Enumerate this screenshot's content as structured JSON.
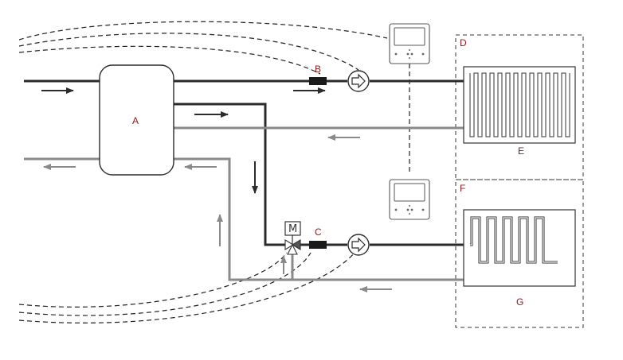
{
  "labels": {
    "tank": "A",
    "sensor_top": "B",
    "sensor_bottom": "C",
    "zone_top": "D",
    "radiator": "E",
    "zone_bottom": "F",
    "floor_heating": "G",
    "motor": "M"
  },
  "colors": {
    "supply_line": "#2b2b2b",
    "return_line": "#8a8a8a",
    "dashed_wire": "#222222",
    "label_text": "#8b1a1a",
    "sensor_block": "#1a1a1a"
  },
  "icons": {
    "pump": "pump-icon",
    "mixing_valve": "three-way-valve-icon",
    "thermostat": "thermostat-controller-icon",
    "flow_arrow": "flow-arrow-icon"
  }
}
